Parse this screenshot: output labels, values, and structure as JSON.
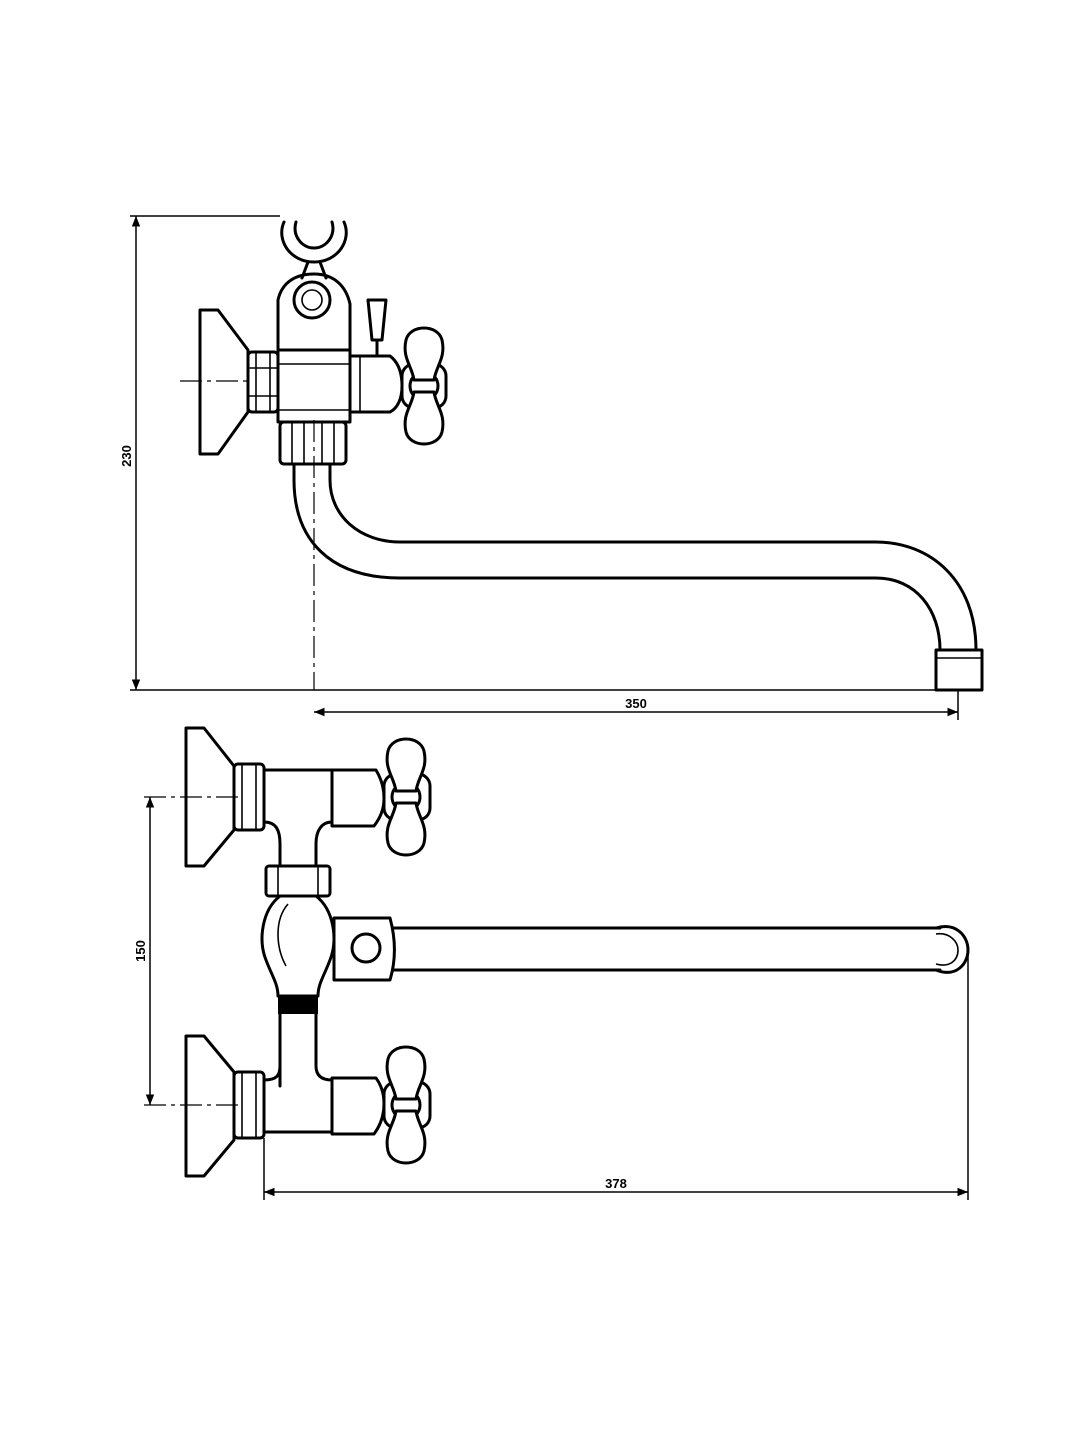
{
  "dimensions": {
    "height_side": "230",
    "spout_reach_side": "350",
    "inlet_spacing_top": "150",
    "spout_reach_top": "378"
  }
}
